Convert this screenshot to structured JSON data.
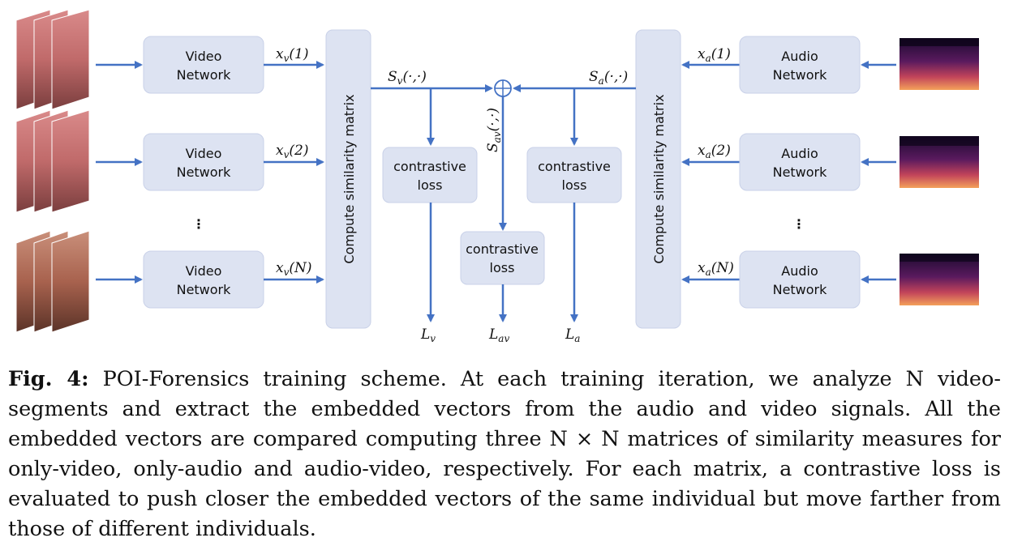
{
  "diagram": {
    "video_nodes": [
      {
        "line1": "Video",
        "line2": "Network",
        "out_var": "x",
        "out_sub": "v",
        "out_arg": "(1)"
      },
      {
        "line1": "Video",
        "line2": "Network",
        "out_var": "x",
        "out_sub": "v",
        "out_arg": "(2)"
      },
      {
        "line1": "Video",
        "line2": "Network",
        "out_var": "x",
        "out_sub": "v",
        "out_arg": "(N)"
      }
    ],
    "audio_nodes": [
      {
        "line1": "Audio",
        "line2": "Network",
        "out_var": "x",
        "out_sub": "a",
        "out_arg": "(1)"
      },
      {
        "line1": "Audio",
        "line2": "Network",
        "out_var": "x",
        "out_sub": "a",
        "out_arg": "(2)"
      },
      {
        "line1": "Audio",
        "line2": "Network",
        "out_var": "x",
        "out_sub": "a",
        "out_arg": "(N)"
      }
    ],
    "similarity_label": "Compute similarity matrix",
    "sv": {
      "var": "S",
      "sub": "v",
      "arg": "(·,·)"
    },
    "sa": {
      "var": "S",
      "sub": "a",
      "arg": "(·,·)"
    },
    "sav": {
      "var": "S",
      "sub": "av",
      "arg": "(·,·)"
    },
    "loss_line1": "contrastive",
    "loss_line2": "loss",
    "lv": {
      "var": "L",
      "sub": "v"
    },
    "lav": {
      "var": "L",
      "sub": "av"
    },
    "la": {
      "var": "L",
      "sub": "a"
    },
    "ellipsis": "⋮",
    "colors": {
      "box": "#dde3f2",
      "arrow": "#4472c4"
    }
  },
  "caption": {
    "label": "Fig. 4:",
    "text": "POI-Forensics training scheme. At each training iteration, we analyze N video-segments and extract the embedded vectors from the audio and video signals. All the embedded vectors are compared computing three N × N matrices of similarity measures for only-video, only-audio and audio-video, respectively. For each matrix, a contrastive loss is evaluated to push closer the embedded vectors of the same individual but move farther from those of different individuals."
  }
}
